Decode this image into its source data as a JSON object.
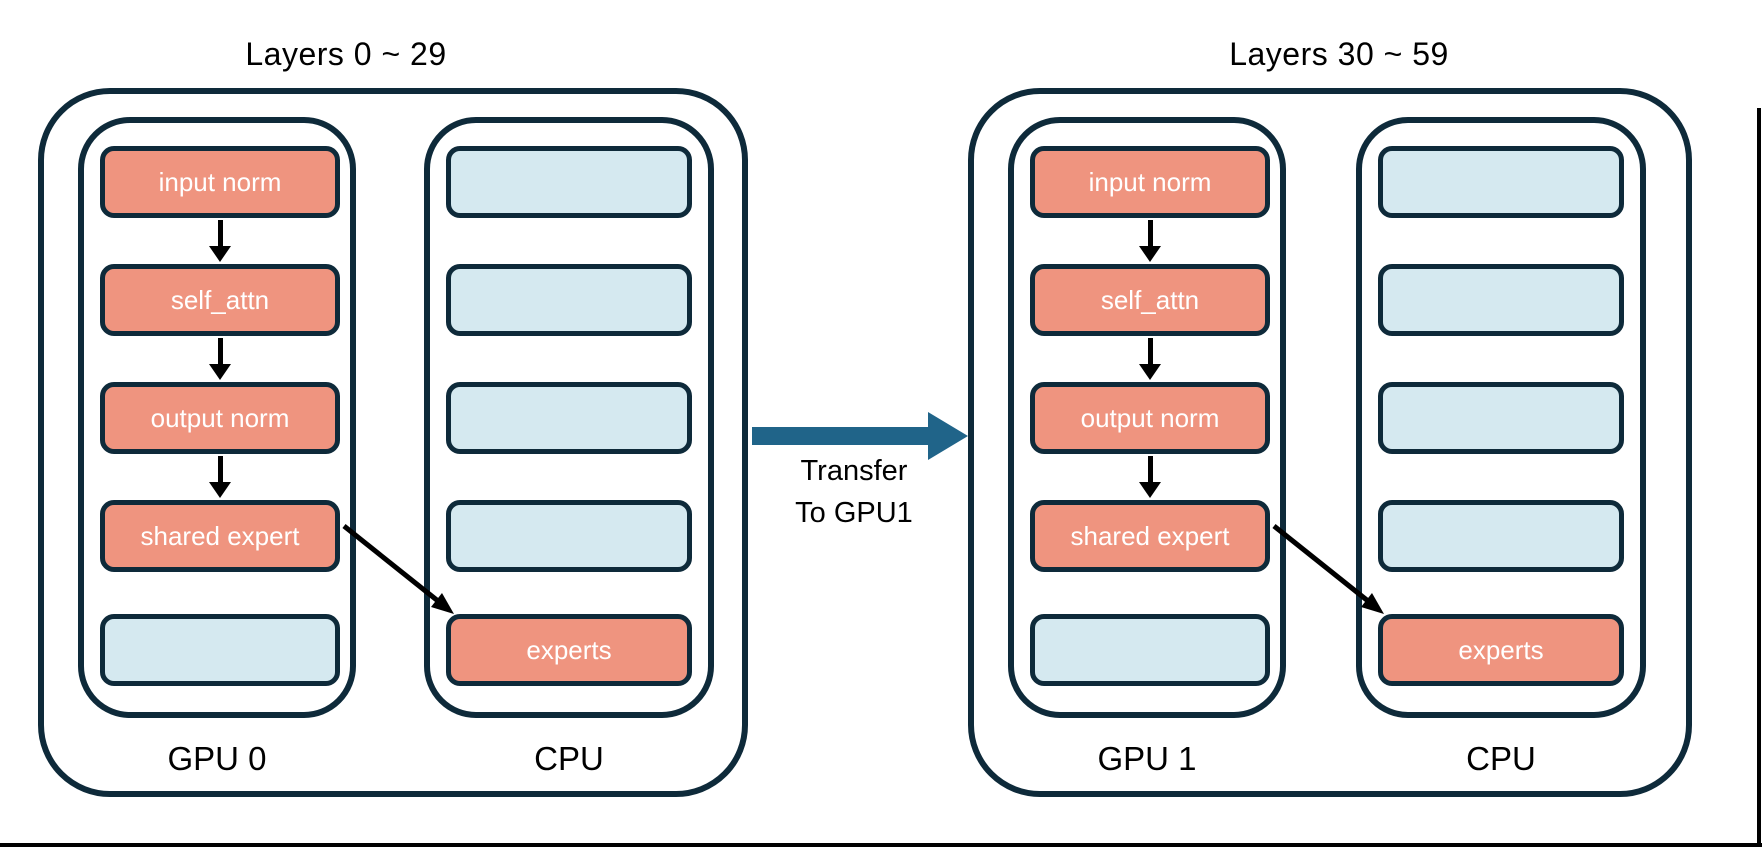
{
  "colors": {
    "salmon": "#EF947F",
    "light_blue": "#D5E9F0",
    "outline": "#0E2A3A",
    "transfer_arrow": "#206489",
    "text_on_block": "#FFFFFF",
    "text": "#000000"
  },
  "groups": [
    {
      "title": "Layers 0 ~ 29",
      "gpu": {
        "label": "GPU 0",
        "blocks": [
          {
            "label": "input norm"
          },
          {
            "label": "self_attn"
          },
          {
            "label": "output norm"
          },
          {
            "label": "shared expert"
          },
          {
            "label": ""
          }
        ]
      },
      "cpu": {
        "label": "CPU",
        "blocks": [
          {
            "label": ""
          },
          {
            "label": ""
          },
          {
            "label": ""
          },
          {
            "label": ""
          },
          {
            "label": "experts"
          }
        ]
      }
    },
    {
      "title": "Layers 30 ~ 59",
      "gpu": {
        "label": "GPU 1",
        "blocks": [
          {
            "label": "input norm"
          },
          {
            "label": "self_attn"
          },
          {
            "label": "output norm"
          },
          {
            "label": "shared expert"
          },
          {
            "label": ""
          }
        ]
      },
      "cpu": {
        "label": "CPU",
        "blocks": [
          {
            "label": ""
          },
          {
            "label": ""
          },
          {
            "label": ""
          },
          {
            "label": ""
          },
          {
            "label": "experts"
          }
        ]
      }
    }
  ],
  "transfer": {
    "line1": "Transfer",
    "line2": "To GPU1"
  }
}
